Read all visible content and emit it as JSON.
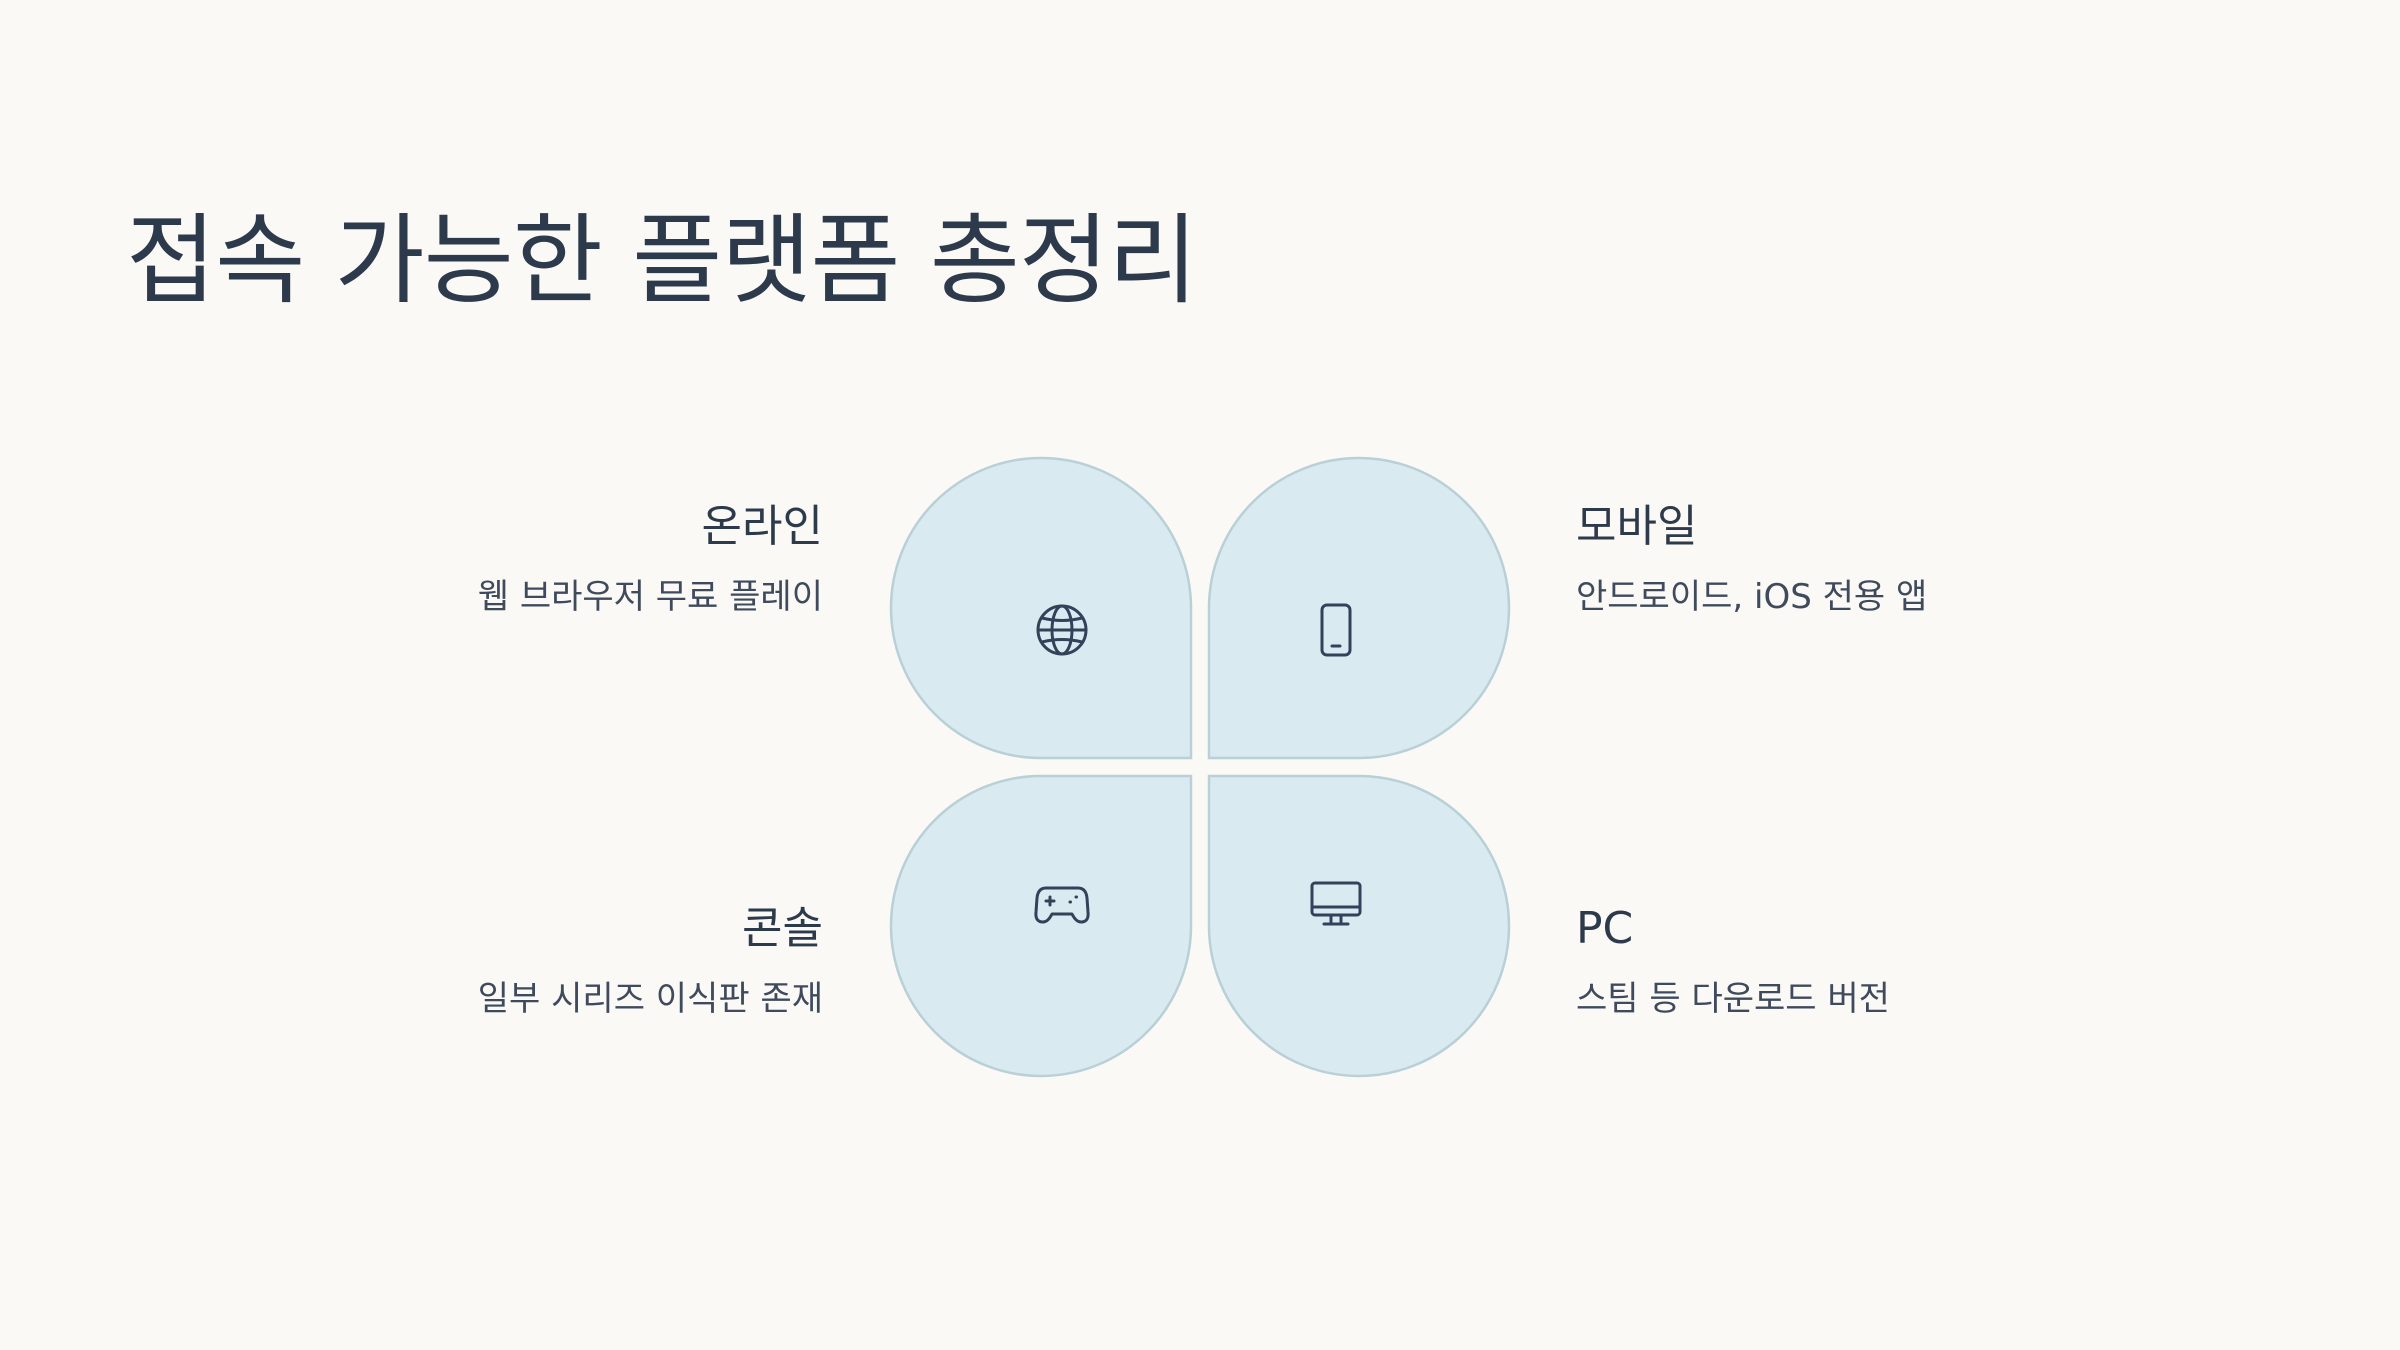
{
  "title": "접속 가능한 플랫폼 총정리",
  "colors": {
    "background": "#faf9f6",
    "petal_fill": "#d9ebf0",
    "petal_stroke": "#b9d0d6",
    "text": "#2d3a4c"
  },
  "quadrants": [
    {
      "key": "online",
      "title": "온라인",
      "description": "웹 브라우저 무료 플레이",
      "icon": "globe-icon"
    },
    {
      "key": "mobile",
      "title": "모바일",
      "description": "안드로이드, iOS 전용 앱",
      "icon": "smartphone-icon"
    },
    {
      "key": "console",
      "title": "콘솔",
      "description": "일부 시리즈 이식판 존재",
      "icon": "gamepad-icon"
    },
    {
      "key": "pc",
      "title": "PC",
      "description": "스팀 등 다운로드 버전",
      "icon": "monitor-icon"
    }
  ]
}
